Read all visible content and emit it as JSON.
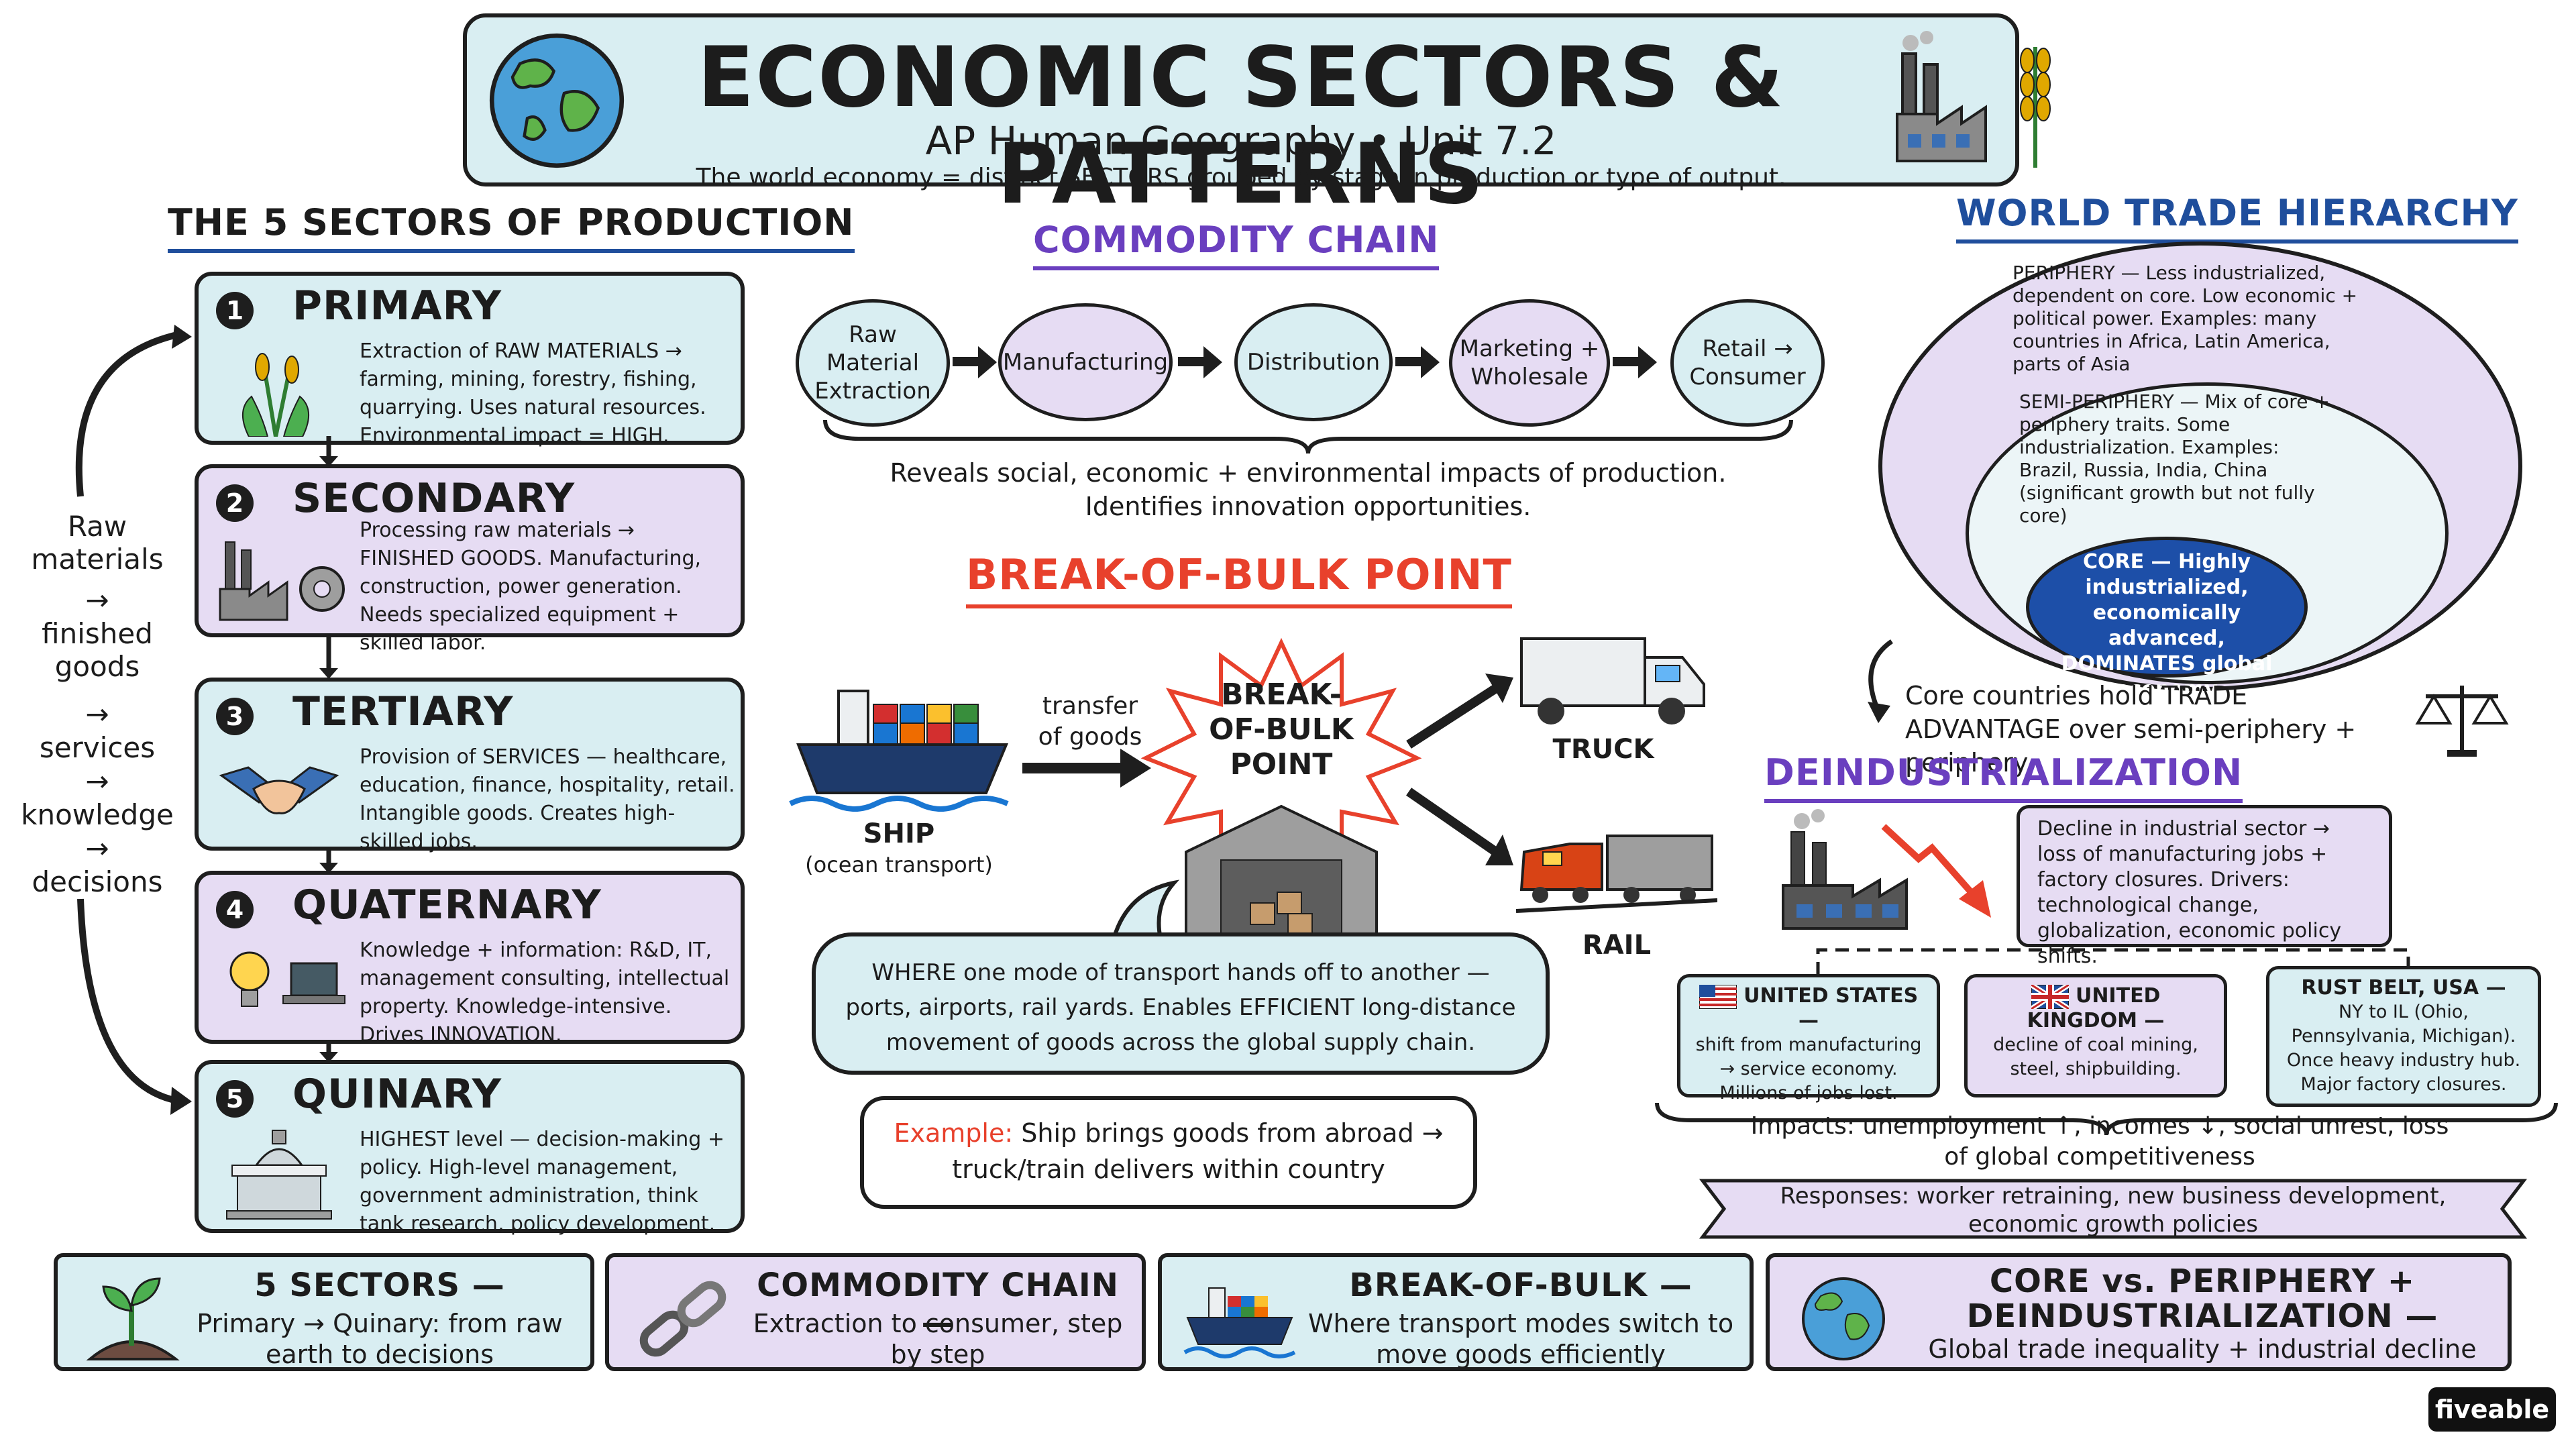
{
  "header": {
    "title": "ECONOMIC SECTORS & PATTERNS",
    "subtitle": "AP Human Geography • Unit 7.2",
    "tagline": "The world economy = distinct SECTORS grouped by stage in production or type of output."
  },
  "sectors_section": {
    "heading": "THE 5 SECTORS OF PRODUCTION",
    "side_labels": [
      "Raw materials",
      "→",
      "finished goods",
      "→",
      "services",
      "→",
      "knowledge",
      "→",
      "decisions"
    ],
    "items": [
      {
        "num": "1",
        "name": "PRIMARY",
        "desc": "Extraction of RAW MATERIALS → farming, mining, forestry, fishing, quarrying. Uses natural resources. Environmental impact = HIGH.",
        "icon": "wheat-icon"
      },
      {
        "num": "2",
        "name": "SECONDARY",
        "desc": "Processing raw materials → FINISHED GOODS. Manufacturing, construction, power generation. Needs specialized equipment + skilled labor.",
        "icon": "factory-gear-icon"
      },
      {
        "num": "3",
        "name": "TERTIARY",
        "desc": "Provision of SERVICES — healthcare, education, finance, hospitality, retail. Intangible goods. Creates high-skilled jobs.",
        "icon": "handshake-icon"
      },
      {
        "num": "4",
        "name": "QUATERNARY",
        "desc": "Knowledge + information: R&D, IT, management consulting, intellectual property. Knowledge-intensive. Drives INNOVATION.",
        "icon": "lightbulb-laptop-icon"
      },
      {
        "num": "5",
        "name": "QUINARY",
        "desc": "HIGHEST level — decision-making + policy. High-level management, government administration, think tank research, policy development.",
        "icon": "capitol-icon"
      }
    ]
  },
  "commodity_chain": {
    "heading": "COMMODITY CHAIN",
    "steps": [
      "Raw Material Extraction",
      "Manufacturing",
      "Distribution",
      "Marketing + Wholesale",
      "Retail → Consumer"
    ],
    "note_line1": "Reveals social, economic + environmental impacts of production.",
    "note_line2": "Identifies innovation opportunities."
  },
  "break_of_bulk": {
    "heading": "BREAK-OF-BULK POINT",
    "burst_label": "BREAK-OF-BULK POINT",
    "ship_label": "SHIP",
    "ship_sub": "(ocean transport)",
    "transfer_label": "transfer of goods",
    "truck_label": "TRUCK",
    "rail_label": "RAIL",
    "bubble_text": "WHERE one mode of transport hands off to another — ports, airports, rail yards. Enables EFFICIENT long-distance movement of goods across the global supply chain.",
    "example_label": "Example:",
    "example_text": "Ship brings goods from abroad → truck/train delivers within country"
  },
  "world_trade": {
    "heading": "WORLD TRADE HIERARCHY",
    "periphery": "PERIPHERY — Less industrialized, dependent on core. Low economic + political power. Examples: many countries in Africa, Latin America, parts of Asia",
    "semi_periphery": "SEMI-PERIPHERY — Mix of core + periphery traits. Some industrialization. Examples: Brazil, Russia, India, China (significant growth but not fully core)",
    "core": "CORE — Highly industrialized, economically advanced, DOMINATES global economy",
    "trade_note": "Core countries hold TRADE ADVANTAGE over semi-periphery + periphery"
  },
  "deindustrialization": {
    "heading": "DEINDUSTRIALIZATION",
    "definition": "Decline in industrial sector → loss of manufacturing jobs + factory closures. Drivers: technological change, globalization, economic policy shifts.",
    "cases": [
      {
        "title": "UNITED STATES —",
        "text": "shift from manufacturing → service economy. Millions of jobs lost.",
        "flag": "us-flag-icon"
      },
      {
        "title": "UNITED KINGDOM —",
        "text": "decline of coal mining, steel, shipbuilding.",
        "flag": "uk-flag-icon"
      },
      {
        "title": "RUST BELT, USA —",
        "text": "NY to IL (Ohio, Pennsylvania, Michigan). Once heavy industry hub. Major factory closures.",
        "flag": ""
      }
    ],
    "impacts": "Impacts: unemployment ↑, incomes ↓, social unrest, loss of global competitiveness",
    "responses": "Responses: worker retraining, new business development, economic growth policies"
  },
  "summary": [
    {
      "title": "5 SECTORS —",
      "text": "Primary → Quinary: from raw earth to decisions",
      "icon": "sprout-icon"
    },
    {
      "title": "COMMODITY CHAIN —",
      "text": "Extraction to consumer, step by step",
      "icon": "chain-icon"
    },
    {
      "title": "BREAK-OF-BULK —",
      "text": "Where transport modes switch to move goods efficiently",
      "icon": "ship-icon"
    },
    {
      "title": "CORE vs. PERIPHERY + DEINDUSTRIALIZATION —",
      "text": "Global trade inequality + industrial decline",
      "icon": "globe-icon"
    }
  ],
  "brand": "fiveable",
  "colors": {
    "teal_fill": "#d9eef2",
    "lavender_fill": "#e6dcf3",
    "navy": "#1f4e9c",
    "purple": "#6a3fbf",
    "red": "#e8412c",
    "core_blue": "#1d4fa8"
  }
}
